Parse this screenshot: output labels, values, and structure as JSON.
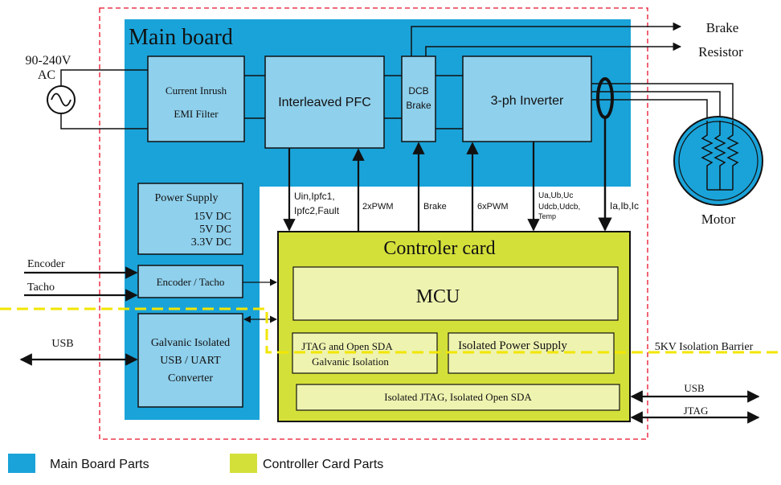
{
  "colors": {
    "main_board": "#1aa3d9",
    "main_block": "#8fd0ec",
    "controller": "#d4e03a",
    "controller_block": "#eef3b0",
    "boundary": "#e8102a",
    "barrier": "#f2e600"
  },
  "main_board": {
    "title": "Main board"
  },
  "ac_source": {
    "label_line1": "90-240V",
    "label_line2": "AC",
    "icon": "ac-source-icon"
  },
  "blocks": {
    "inrush_line1": "Current Inrush",
    "inrush_line2": "EMI Filter",
    "pfc": "Interleaved PFC",
    "dcb_line1": "DCB",
    "dcb_line2": "Brake",
    "inverter": "3-ph Inverter",
    "psu_title": "Power Supply",
    "psu_v1": "15V DC",
    "psu_v2": "5V DC",
    "psu_v3": "3.3V DC",
    "encoder_tacho": "Encoder / Tacho",
    "galvanic_line1": "Galvanic Isolated",
    "galvanic_line2": "USB / UART",
    "galvanic_line3": "Converter"
  },
  "controller": {
    "title": "Controler card",
    "mcu": "MCU",
    "jtag_line1": "JTAG and Open SDA",
    "jtag_line2": "Galvanic Isolation",
    "iso_power": "Isolated Power Supply",
    "iso_jtag": "Isolated JTAG, Isolated Open SDA"
  },
  "signals": {
    "pfc_fb_line1": "Uin,Ipfc1,",
    "pfc_fb_line2": "Ipfc2,Fault",
    "pwm2": "2xPWM",
    "brake": "Brake",
    "pwm6": "6xPWM",
    "volt_line1": "Ua,Ub,Uc",
    "volt_line2": "Udcb,Udcb,",
    "volt_line3": "Temp",
    "currents": "Ia,Ib,Ic"
  },
  "external": {
    "brake_label": "Brake",
    "resistor_label": "Resistor",
    "motor_label": "Motor",
    "encoder": "Encoder",
    "tacho": "Tacho",
    "usb_left": "USB",
    "usb_right": "USB",
    "jtag_right": "JTAG",
    "barrier": "5KV Isolation Barrier"
  },
  "legend": {
    "main_parts": "Main Board Parts",
    "controller_parts": "Controller Card Parts"
  }
}
